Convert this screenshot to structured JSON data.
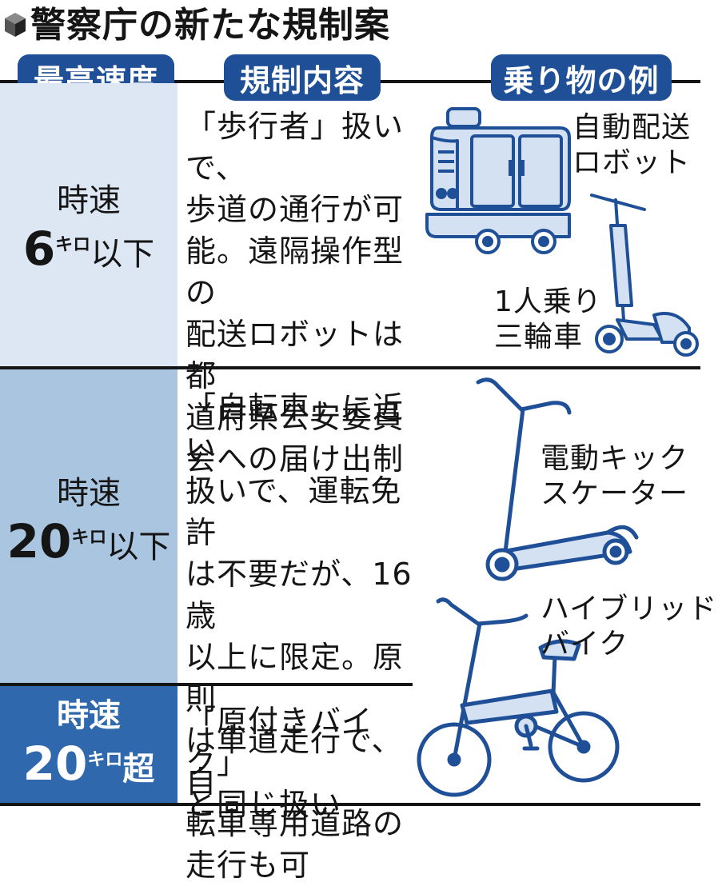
{
  "title": "警察庁の新たな規制案",
  "header": {
    "speed": "最高速度",
    "rule": "規制内容",
    "vehicle": "乗り物の例"
  },
  "rows": [
    {
      "speed_prefix": "時速",
      "speed_number": "6",
      "speed_unit": "キロ",
      "speed_suffix": "以下",
      "rule": "「歩行者」扱いで、\n歩道の通行が可\n能。遠隔操作型の\n配送ロボットは都\n道府県公安委員\n会への届け出制",
      "vehicles": [
        "自動配送\nロボット",
        "1人乗り\n三輪車"
      ]
    },
    {
      "speed_prefix": "時速",
      "speed_number": "20",
      "speed_unit": "キロ",
      "speed_suffix": "以下",
      "rule": "「自転車」に近い\n扱いで、運転免許\nは不要だが、16歳\n以上に限定。原則\nは車道走行で、自\n転車専用道路の\n走行も可",
      "vehicles": [
        "電動キック\nスケーター"
      ]
    },
    {
      "speed_prefix": "時速",
      "speed_number": "20",
      "speed_unit": "キロ",
      "speed_suffix": "超",
      "rule": "「原付きバイク」\nと同じ扱い",
      "vehicles": [
        "ハイブリッド\nバイク"
      ]
    }
  ],
  "colors": {
    "accent": "#1f4f97",
    "row1_bg": "#dde7f3",
    "row2_bg": "#a9c5e0",
    "row3_bg": "#2f68ad",
    "illustration_fill": "#d3e1f2",
    "text": "#151515"
  },
  "icons": [
    "cube-icon",
    "delivery-robot-icon",
    "tricycle-icon",
    "kick-scooter-icon",
    "hybrid-bike-icon"
  ]
}
